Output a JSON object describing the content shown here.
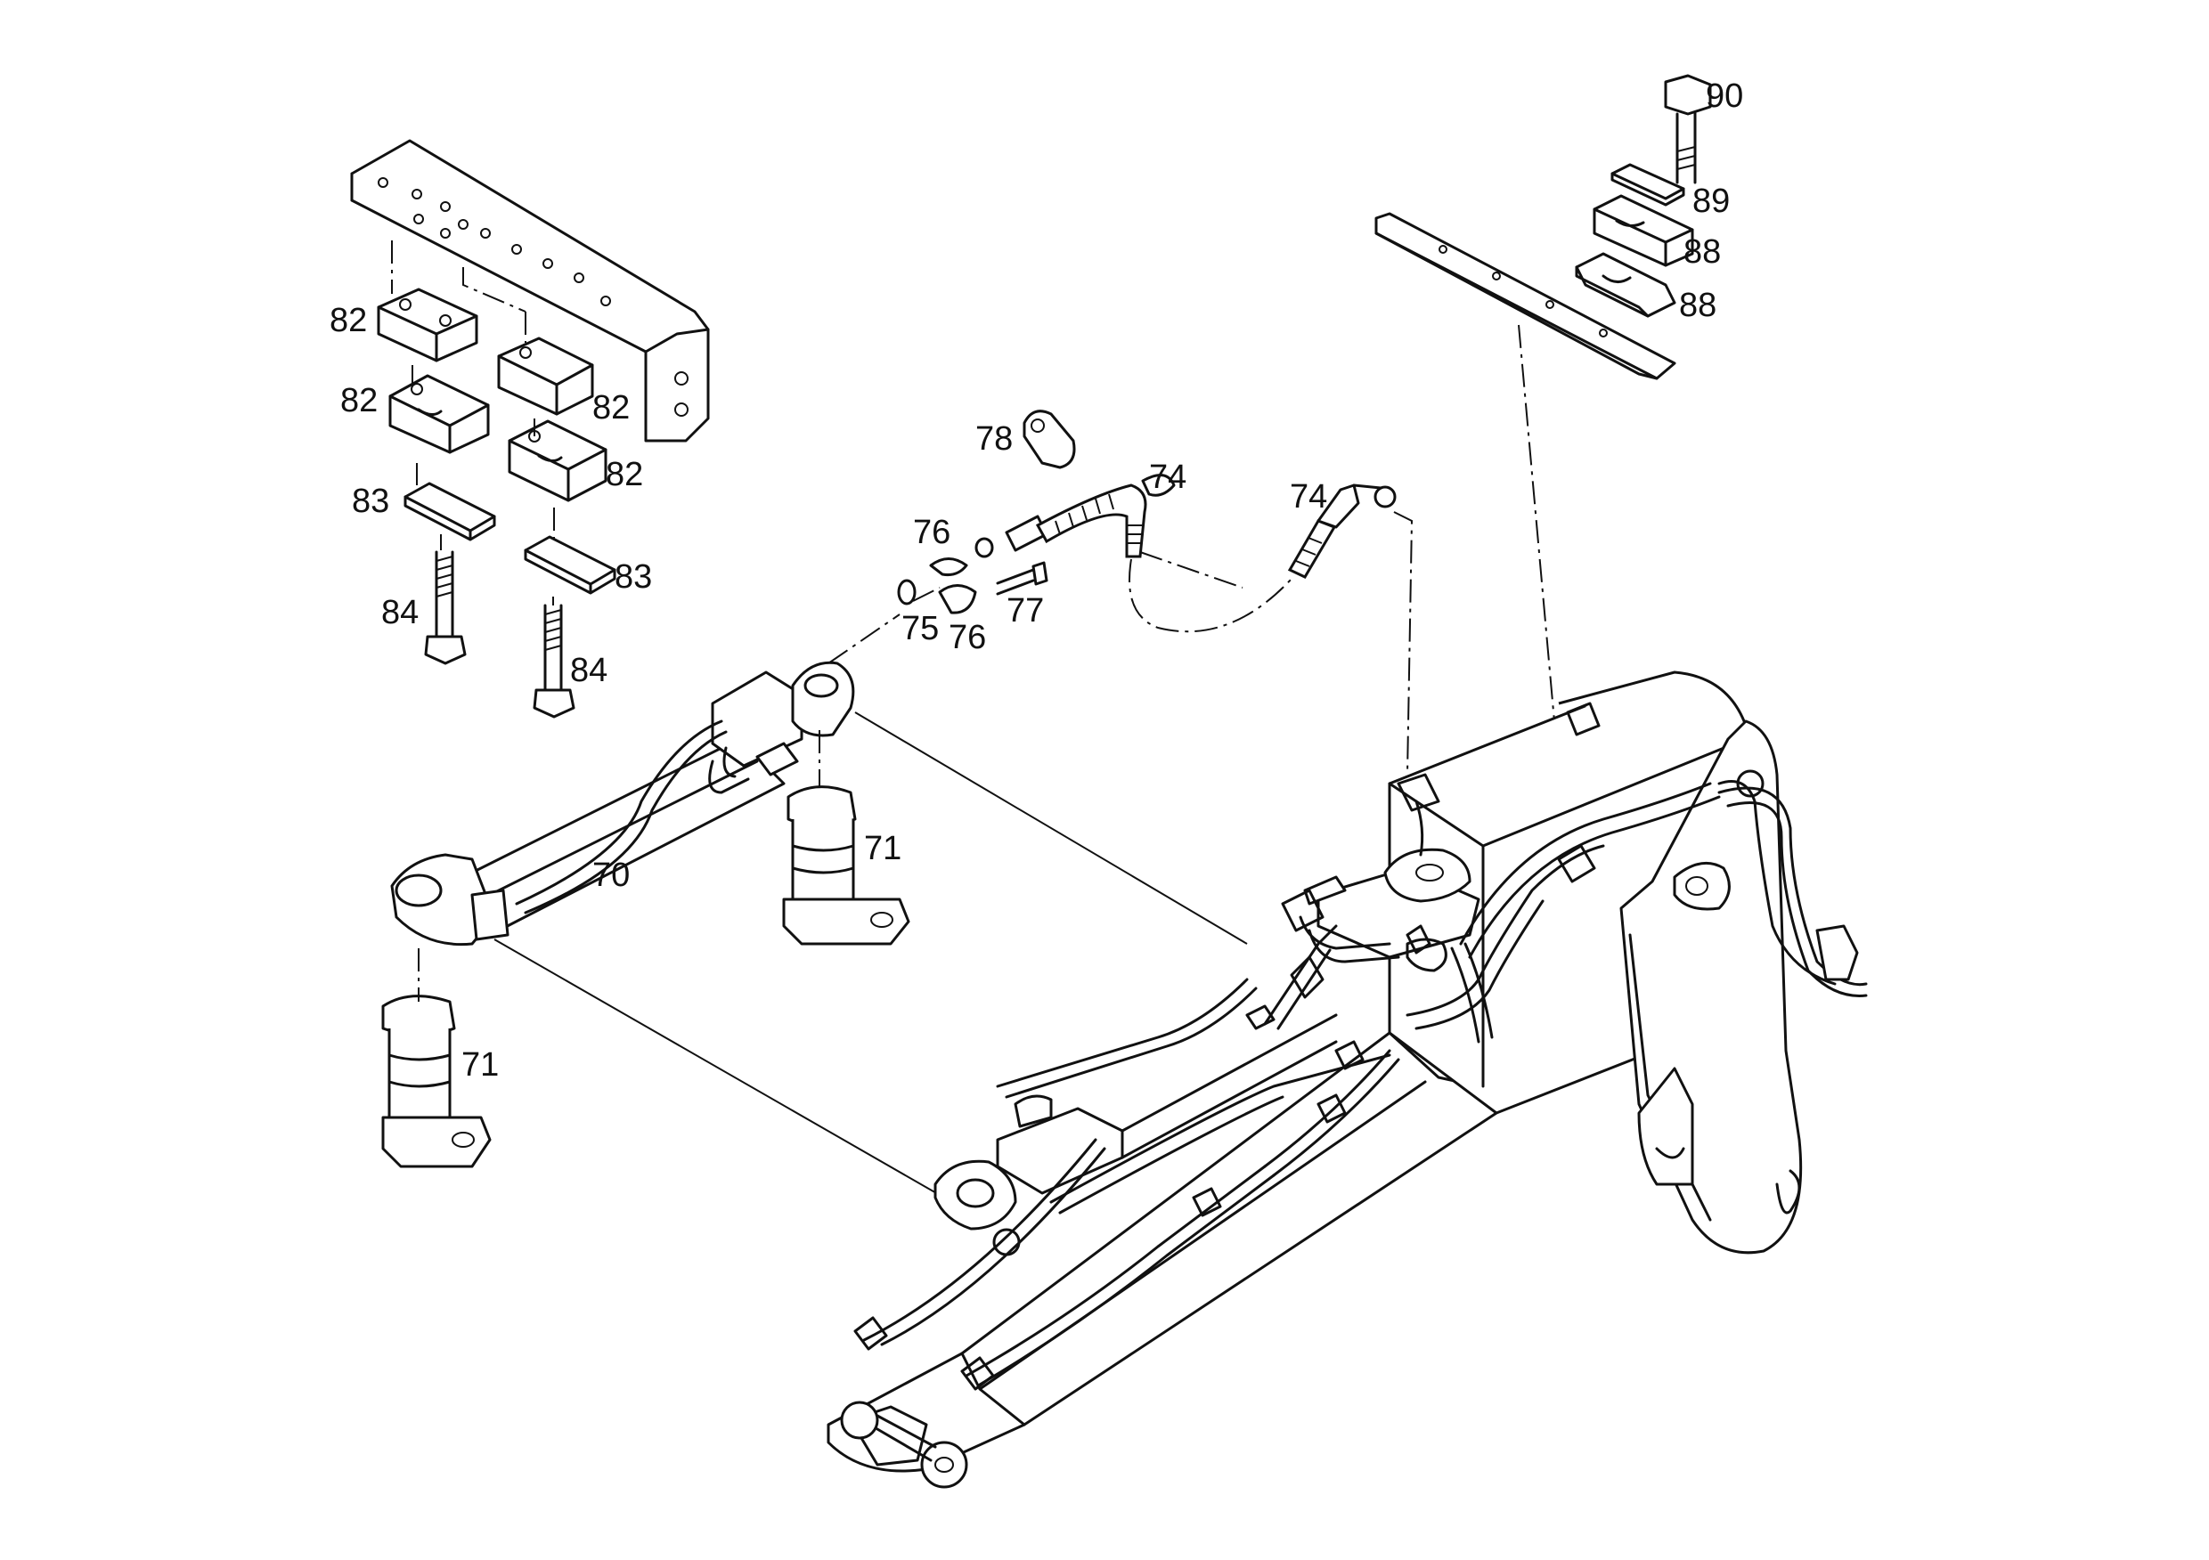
{
  "callouts": {
    "c70": "70",
    "c71a": "71",
    "c71b": "71",
    "c74a": "74",
    "c74b": "74",
    "c75": "75",
    "c76a": "76",
    "c76b": "76",
    "c77": "77",
    "c78": "78",
    "c82a": "82",
    "c82b": "82",
    "c82c": "82",
    "c82d": "82",
    "c83a": "83",
    "c83b": "83",
    "c84a": "84",
    "c84b": "84",
    "c88a": "88",
    "c88b": "88",
    "c89": "89",
    "c90": "90"
  }
}
